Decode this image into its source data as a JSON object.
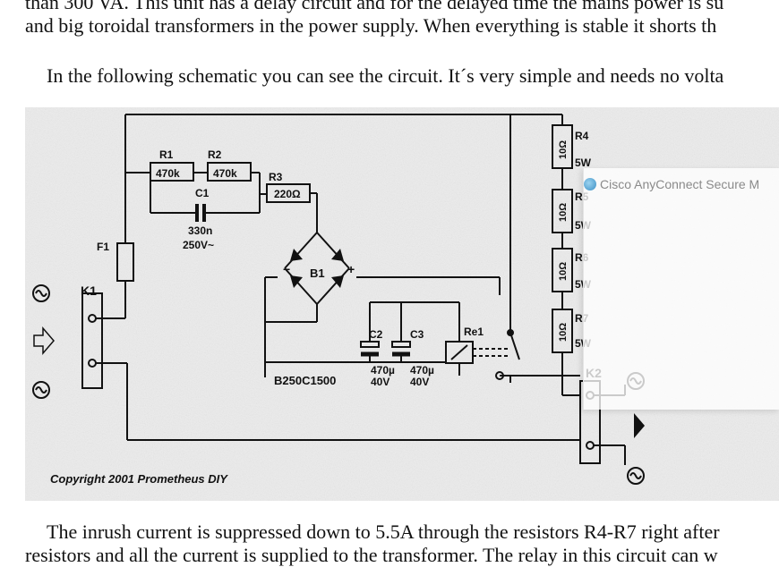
{
  "article": {
    "line1": "than 300 VA. This unit has a delay circuit and for the delayed time the mains power is su",
    "line2": "and big toroidal transformers in the power supply. When everything is stable it shorts th",
    "line3": "In the following schematic you can see the circuit. It´s very simple and needs no volta",
    "line4": "The inrush current is suppressed down to 5.5A through the resistors R4-R7 right after",
    "line5": "resistors and all the current is supplied to the transformer. The relay in this circuit can w"
  },
  "schematic": {
    "labels": {
      "r1": "R1",
      "r1_val": "470k",
      "r2": "R2",
      "r2_val": "470k",
      "r3": "R3",
      "r3_val": "220Ω",
      "c1": "C1",
      "c1_val": "330n",
      "c1_volt": "250V~",
      "f1": "F1",
      "k1": "K1",
      "k2": "K2",
      "b1": "B1",
      "b1_minus": "−",
      "b1_plus": "+",
      "b1_part": "B250C1500",
      "c2": "C2",
      "c2_val": "470µ",
      "c2_volt": "40V",
      "c3": "C3",
      "c3_val": "470µ",
      "c3_volt": "40V",
      "re1": "Re1",
      "r4": "R4",
      "r5": "R5",
      "r6": "R6",
      "r7": "R7",
      "r_val": "10Ω",
      "r_watt": "5W",
      "copyright": "Copyright 2001 Prometheus DIY"
    }
  },
  "overlay": {
    "cisco_label": "Cisco AnyConnect Secure M"
  }
}
